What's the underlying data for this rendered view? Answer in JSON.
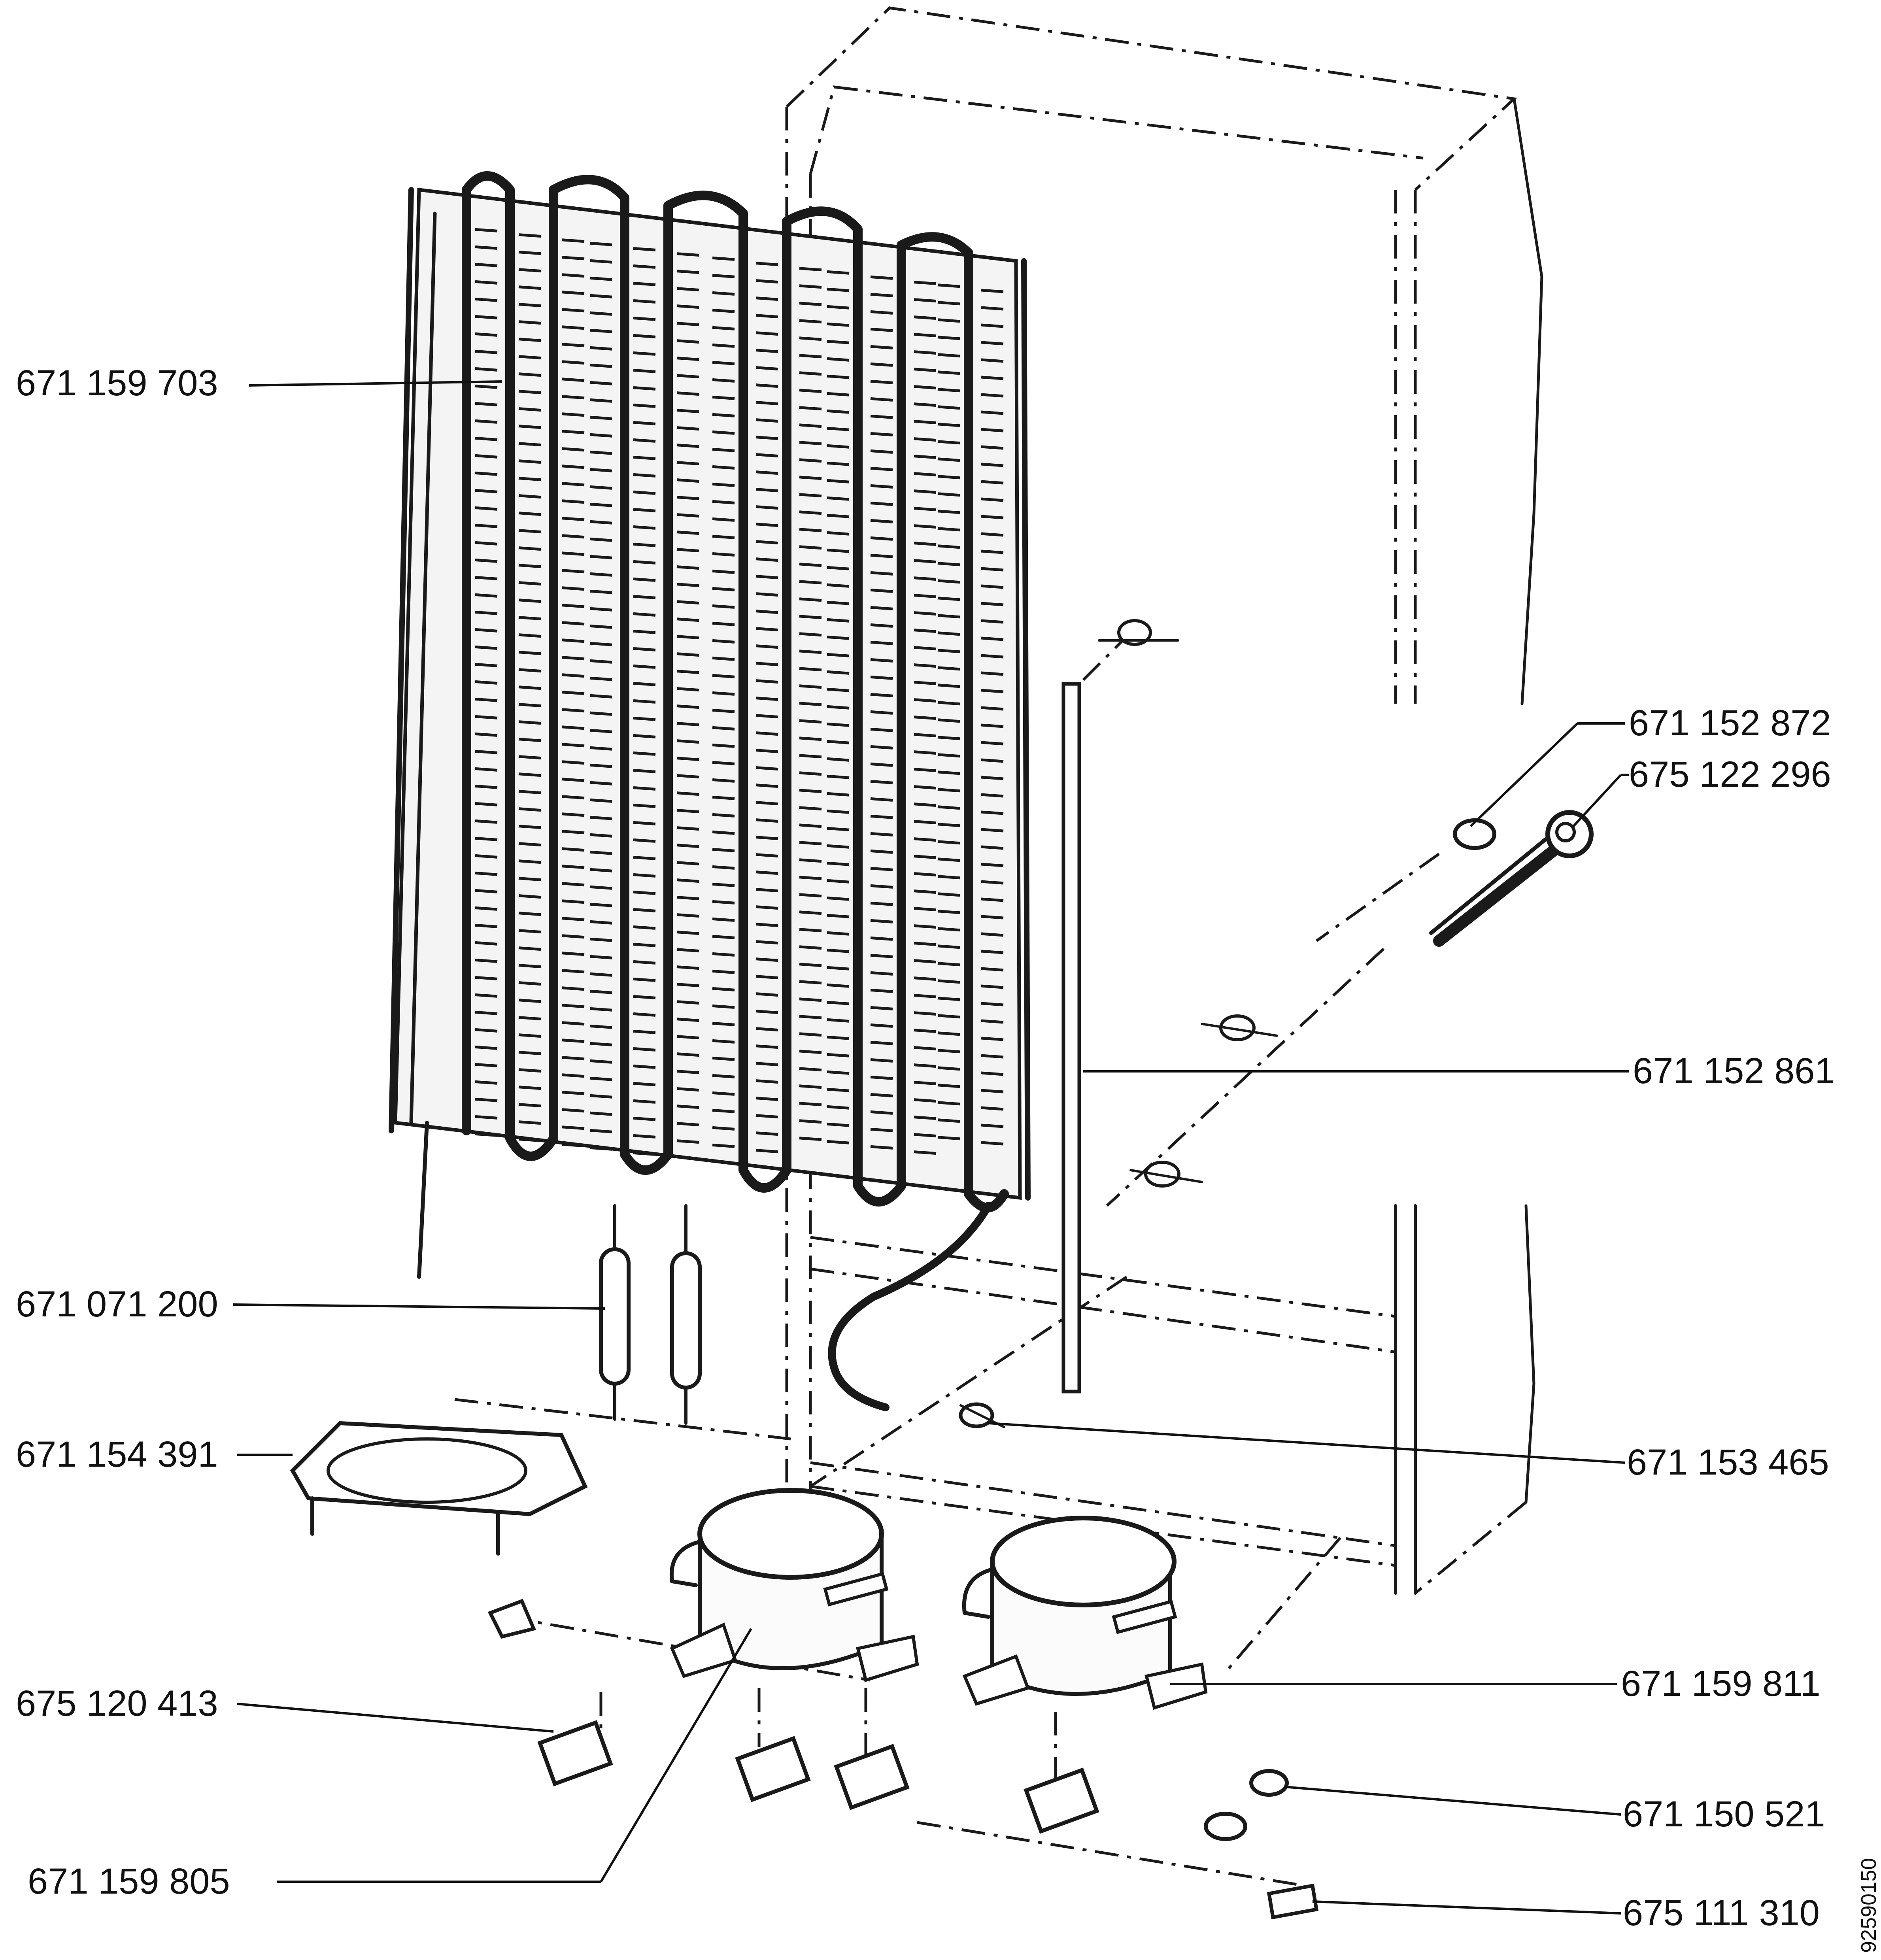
{
  "diagram": {
    "drawing_code": "92590150",
    "colors": {
      "ink": "#1a1a1a",
      "paper": "#ffffff"
    },
    "parts": [
      {
        "id": "condenser",
        "label": "671 159 703"
      },
      {
        "id": "clip-top",
        "label": "671 152 872"
      },
      {
        "id": "bracket-top",
        "label": "675 122 296"
      },
      {
        "id": "support-tube",
        "label": "671 152 861"
      },
      {
        "id": "dryer-filter",
        "label": "671 071 200"
      },
      {
        "id": "evaporator-tray",
        "label": "671 154 391"
      },
      {
        "id": "clip-small",
        "label": "671 153 465"
      },
      {
        "id": "foot-mount",
        "label": "675 120 413"
      },
      {
        "id": "compressor-right",
        "label": "671 159 811"
      },
      {
        "id": "grommet",
        "label": "671 150 521"
      },
      {
        "id": "compressor-left",
        "label": "671 159 805"
      },
      {
        "id": "clamp",
        "label": "675 111 310"
      }
    ]
  }
}
